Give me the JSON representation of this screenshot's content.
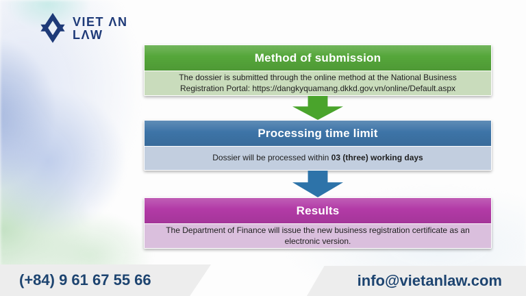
{
  "brand": {
    "logo_mark_color": "#1e3a78",
    "name_line1": "VIET ΛN",
    "name_line2": "LΛW"
  },
  "flow": {
    "steps": [
      {
        "title": "Method of submission",
        "header_color": "#55a63a",
        "body_color": "#c9dcbc",
        "body_lines": [
          "The dossier is submitted through the online method at the National Business",
          "Registration Portal: https://dangkyquamang.dkkd.gov.vn/online/Default.aspx"
        ]
      },
      {
        "title": "Processing time limit",
        "header_color": "#3d74a7",
        "body_color": "#c2cedf",
        "body_normal": "Dossier will be processed within ",
        "body_bold": "03 (three) working days"
      },
      {
        "title": "Results",
        "header_color": "#b23aa6",
        "body_color": "#dabfdd",
        "body_lines": [
          "The Department of Finance will issue the new business registration certificate as an",
          "electronic version."
        ]
      }
    ],
    "arrows": [
      {
        "name": "down-arrow-1",
        "color": "#4aa42c"
      },
      {
        "name": "down-arrow-2",
        "color": "#2d73a9"
      }
    ]
  },
  "footer": {
    "phone": "(+84) 9 61 67 55 66",
    "email": "info@vietanlaw.com",
    "text_color": "#1d4470",
    "band_color": "#ededed"
  }
}
